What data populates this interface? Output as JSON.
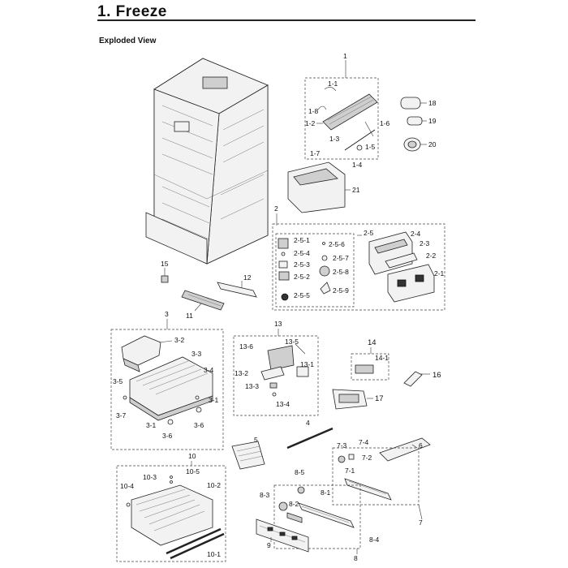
{
  "title": "1.  Freeze",
  "subtitle": "Exploded View",
  "callouts": {
    "c1": "1",
    "c1_1": "1-1",
    "c1_2": "1-2",
    "c1_3": "1-3",
    "c1_4": "1-4",
    "c1_5": "1-5",
    "c1_6": "1-6",
    "c1_7": "1-7",
    "c1_8": "1-8",
    "c18": "18",
    "c19": "19",
    "c20": "20",
    "c21": "21",
    "c2": "2",
    "c2_1": "2-1",
    "c2_2": "2-2",
    "c2_3": "2-3",
    "c2_4": "2-4",
    "c2_5": "2-5",
    "c2_5_1": "2-5-1",
    "c2_5_2": "2-5-2",
    "c2_5_3": "2-5-3",
    "c2_5_4": "2-5-4",
    "c2_5_5": "2-5-5",
    "c2_5_6": "2-5-6",
    "c2_5_7": "2-5-7",
    "c2_5_8": "2-5-8",
    "c2_5_9": "2-5-9",
    "c11": "11",
    "c12": "12",
    "c15": "15",
    "c3": "3",
    "c3_1a": "3-1",
    "c3_1b": "3-1",
    "c3_2": "3-2",
    "c3_3": "3-3",
    "c3_4": "3-4",
    "c3_5": "3-5",
    "c3_6a": "3-6",
    "c3_6b": "3-6",
    "c3_7": "3-7",
    "c13": "13",
    "c13_1": "13-1",
    "c13_2": "13-2",
    "c13_3": "13-3",
    "c13_4": "13-4",
    "c13_5": "13-5",
    "c13_6": "13-6",
    "c14": "14",
    "c14_1": "14-1",
    "c16": "16",
    "c17": "17",
    "c4": "4",
    "c5": "5",
    "c6": "6",
    "c7": "7",
    "c7_1": "7-1",
    "c7_2": "7-2",
    "c7_3": "7-3",
    "c7_4": "7-4",
    "c8": "8",
    "c8_1": "8-1",
    "c8_2": "8-2",
    "c8_3": "8-3",
    "c8_4": "8-4",
    "c8_5": "8-5",
    "c9": "9",
    "c10": "10",
    "c10_1": "10-1",
    "c10_2": "10-2",
    "c10_3": "10-3",
    "c10_4": "10-4",
    "c10_5": "10-5"
  }
}
